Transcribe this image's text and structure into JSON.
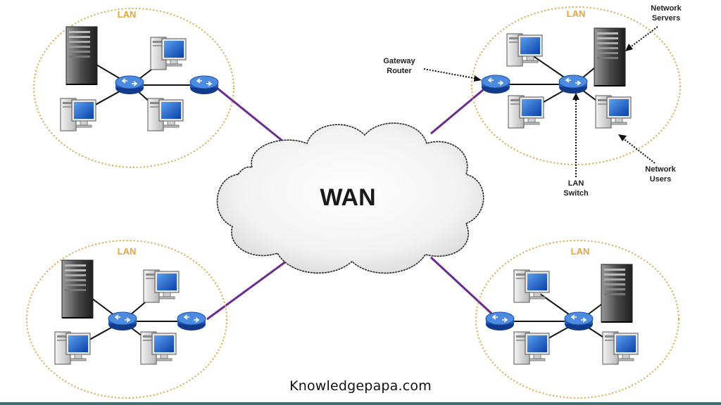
{
  "diagram": {
    "wan_label": "WAN",
    "lan_label": "LAN",
    "callouts": {
      "gateway_router": [
        "Gateway",
        "Router"
      ],
      "network_servers": [
        "Network",
        "Servers"
      ],
      "lan_switch": [
        "LAN",
        "Switch"
      ],
      "network_users": [
        "Network",
        "Users"
      ]
    },
    "icons": [
      "server-icon",
      "computer-icon",
      "switch-icon",
      "router-icon",
      "cloud-icon"
    ],
    "colors": {
      "lan_border": "#e0a545",
      "lan_label": "#e8a33a",
      "wan_link": "#6a2a8e",
      "device_blue": "#2f6fd0"
    }
  },
  "watermark": "Knowledgepapa.com"
}
